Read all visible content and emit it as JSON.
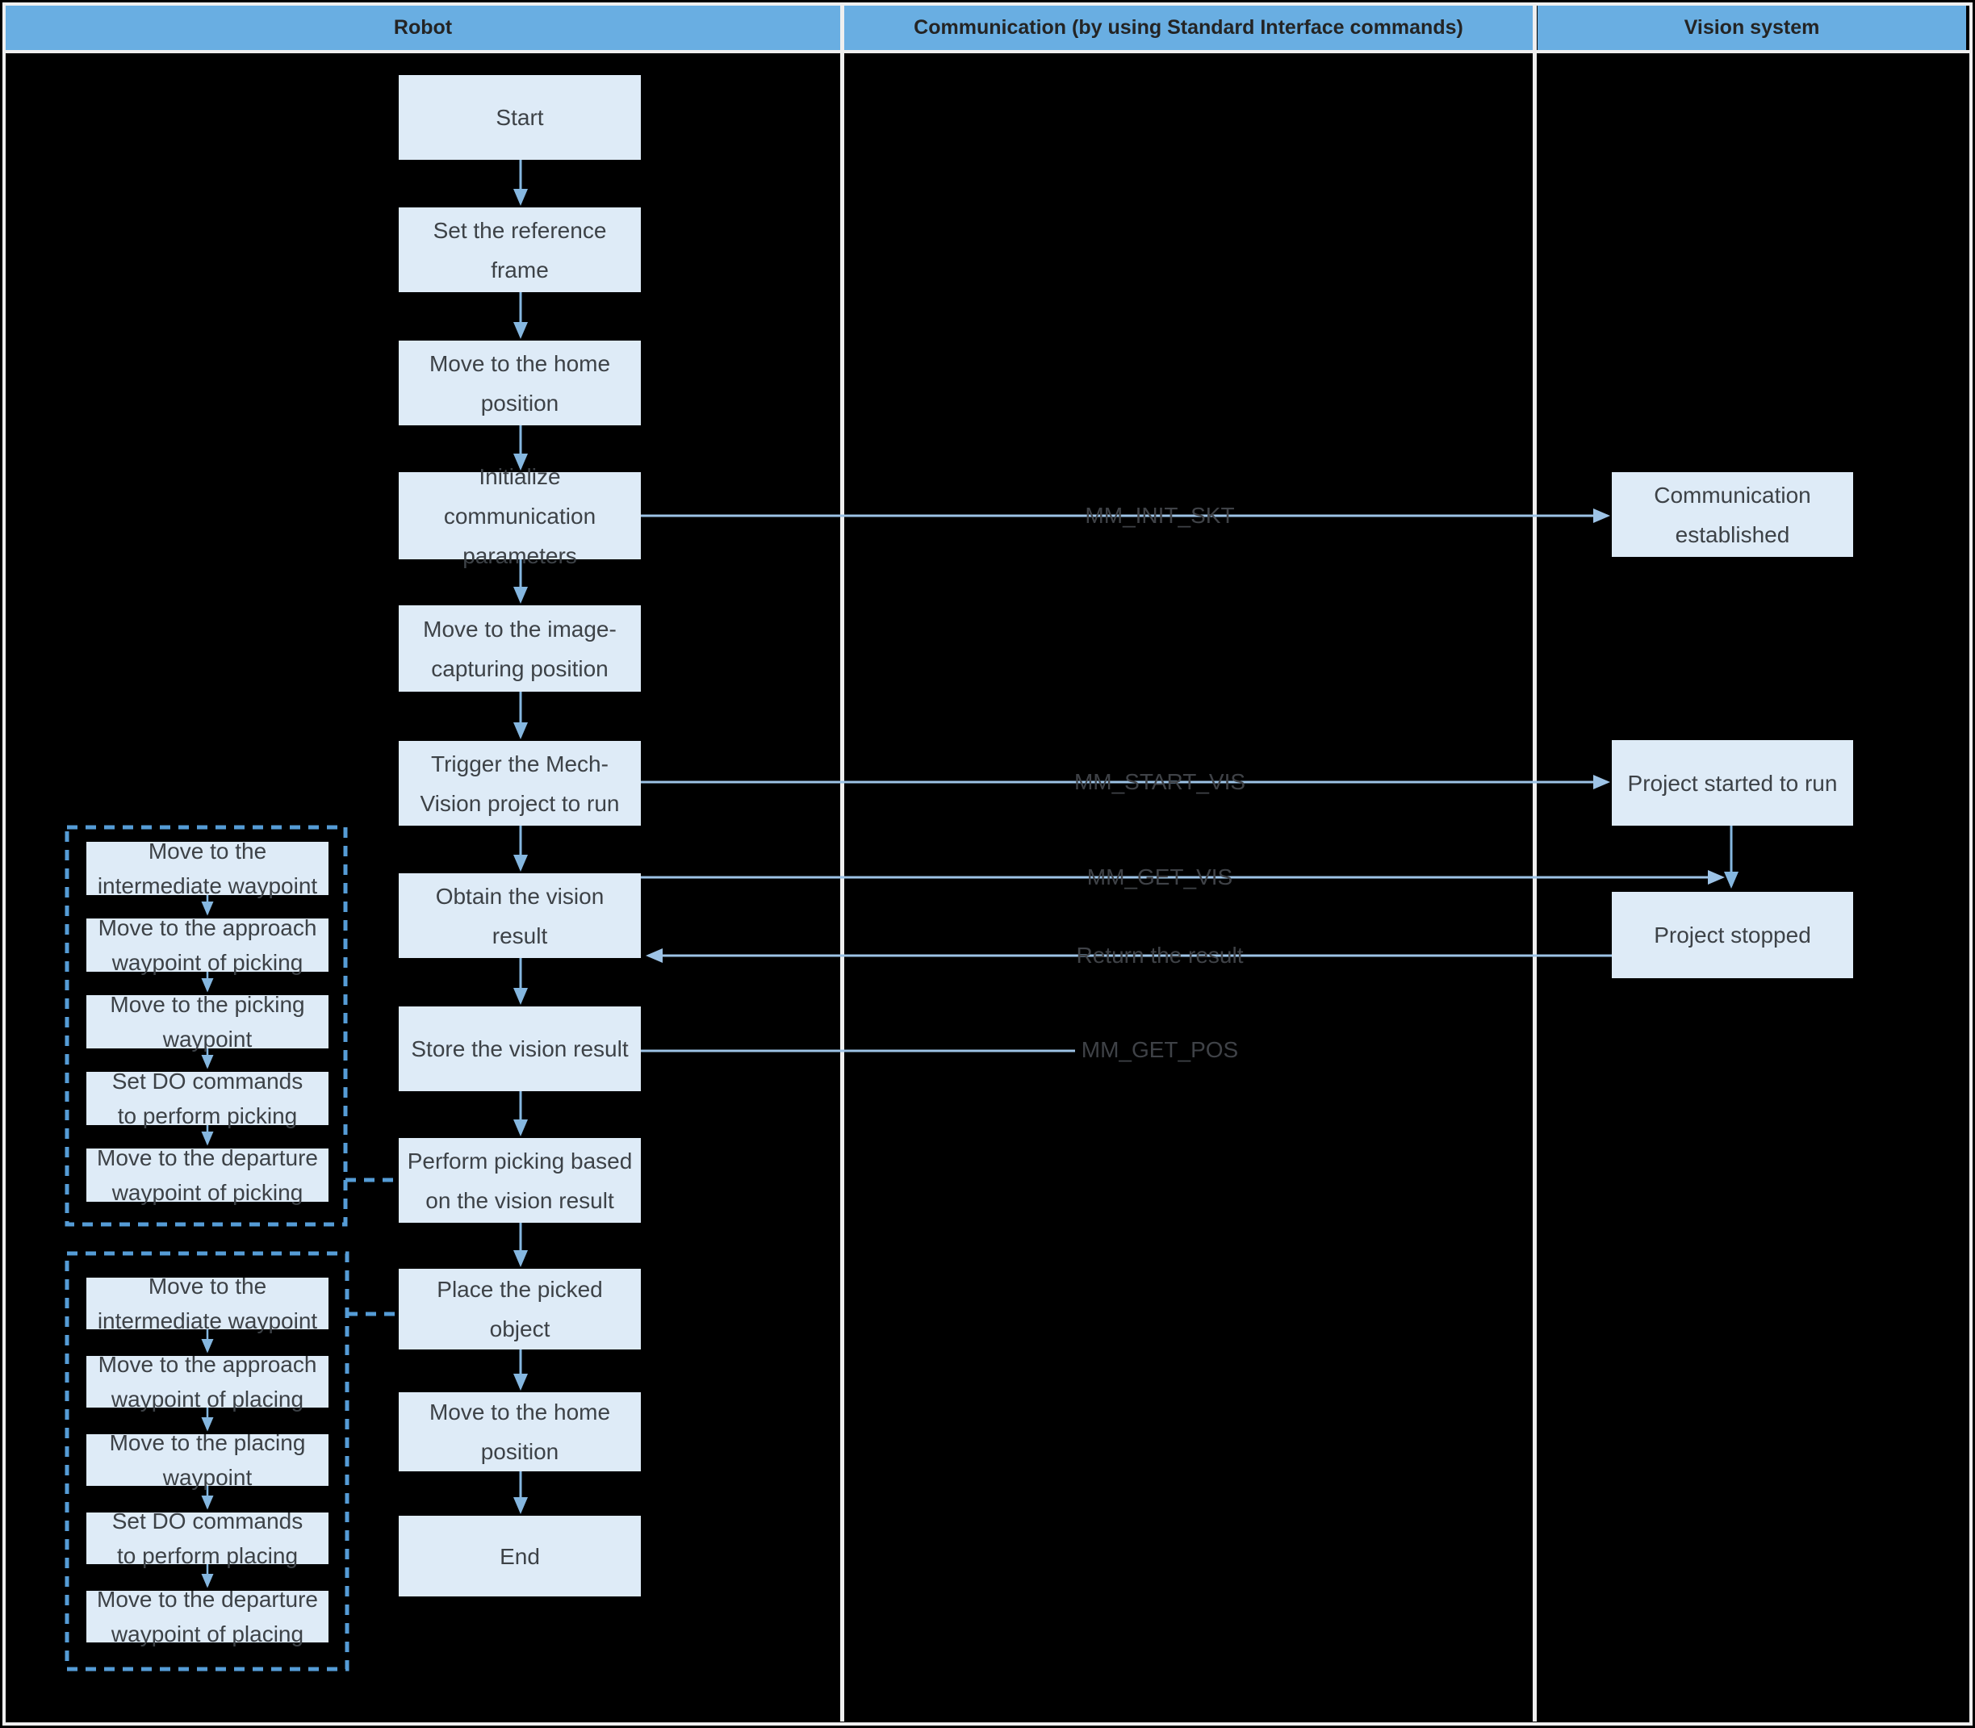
{
  "header": {
    "lanes": [
      {
        "label": "Robot"
      },
      {
        "label": "Communication (by using Standard Interface commands)"
      },
      {
        "label": "Vision system"
      }
    ]
  },
  "robot_flow": [
    {
      "label": "Start"
    },
    {
      "label": "Set the reference frame"
    },
    {
      "label": "Move to the home position"
    },
    {
      "label": "Initialize communication parameters"
    },
    {
      "label": "Move to the image-capturing position"
    },
    {
      "label": "Trigger the Mech-Vision project to run"
    },
    {
      "label": "Obtain the vision result"
    },
    {
      "label": "Store the vision result"
    },
    {
      "label": "Perform picking based on the vision result"
    },
    {
      "label": "Place the picked object"
    },
    {
      "label": "Move to the home position"
    },
    {
      "label": "End"
    }
  ],
  "vision_flow": [
    {
      "label": "Communication established"
    },
    {
      "label": "Project started to run"
    },
    {
      "label": "Project stopped"
    }
  ],
  "messages": [
    {
      "label": "MM_INIT_SKT"
    },
    {
      "label": "MM_START_VIS"
    },
    {
      "label": "MM_GET_VIS"
    },
    {
      "label": "Return the result"
    },
    {
      "label": "MM_GET_POS"
    }
  ],
  "picking_group": [
    {
      "label": "Move to the intermediate waypoint"
    },
    {
      "label": "Move to the approach waypoint of picking"
    },
    {
      "label": "Move to the picking waypoint"
    },
    {
      "label": "Set DO commands to perform picking"
    },
    {
      "label": "Move to the departure waypoint of picking"
    }
  ],
  "placing_group": [
    {
      "label": "Move to the intermediate waypoint"
    },
    {
      "label": "Move to the approach waypoint of placing"
    },
    {
      "label": "Move to the placing waypoint"
    },
    {
      "label": "Set DO commands to perform placing"
    },
    {
      "label": "Move to the departure waypoint of placing"
    }
  ],
  "colors": {
    "header_fill": "#69AEE2",
    "node_fill": "#DEEBF7",
    "connector": "#9DC3E6",
    "flow_arrow": "#85B7E0",
    "dashed": "#559CD6",
    "divider": "#EFEFEF",
    "text": "#3D4247"
  }
}
